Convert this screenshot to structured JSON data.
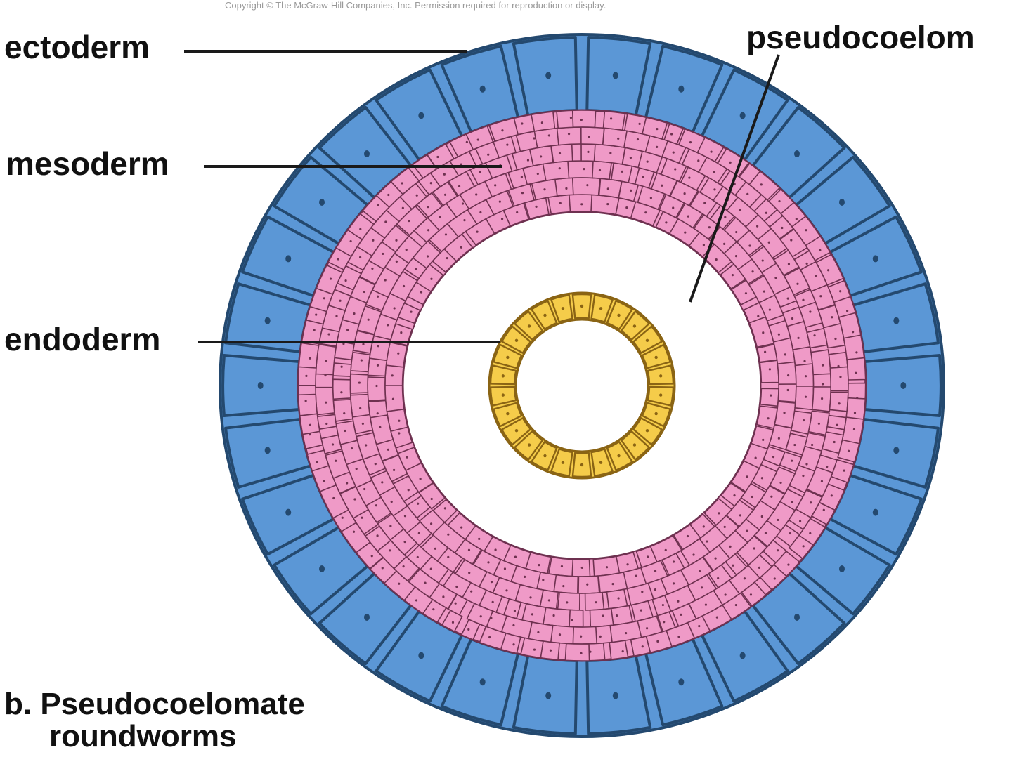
{
  "copyright": "Copyright © The McGraw-Hill Companies, Inc. Permission required for reproduction or display.",
  "labels": {
    "ectoderm": "ectoderm",
    "mesoderm": "mesoderm",
    "endoderm": "endoderm",
    "pseudocoelom": "pseudocoelom"
  },
  "caption": {
    "letter": "b.",
    "line1": "Pseudocoelomate",
    "line2": "roundworms"
  },
  "colors": {
    "ectoderm_fill": "#5b97d6",
    "ectoderm_outline": "#24496f",
    "mesoderm_fill": "#ef9ac7",
    "mesoderm_lines": "#6e3150",
    "endoderm_fill": "#f5cc4a",
    "endoderm_outline": "#8a6414",
    "pseudocoelom_fill": "#ffffff"
  }
}
